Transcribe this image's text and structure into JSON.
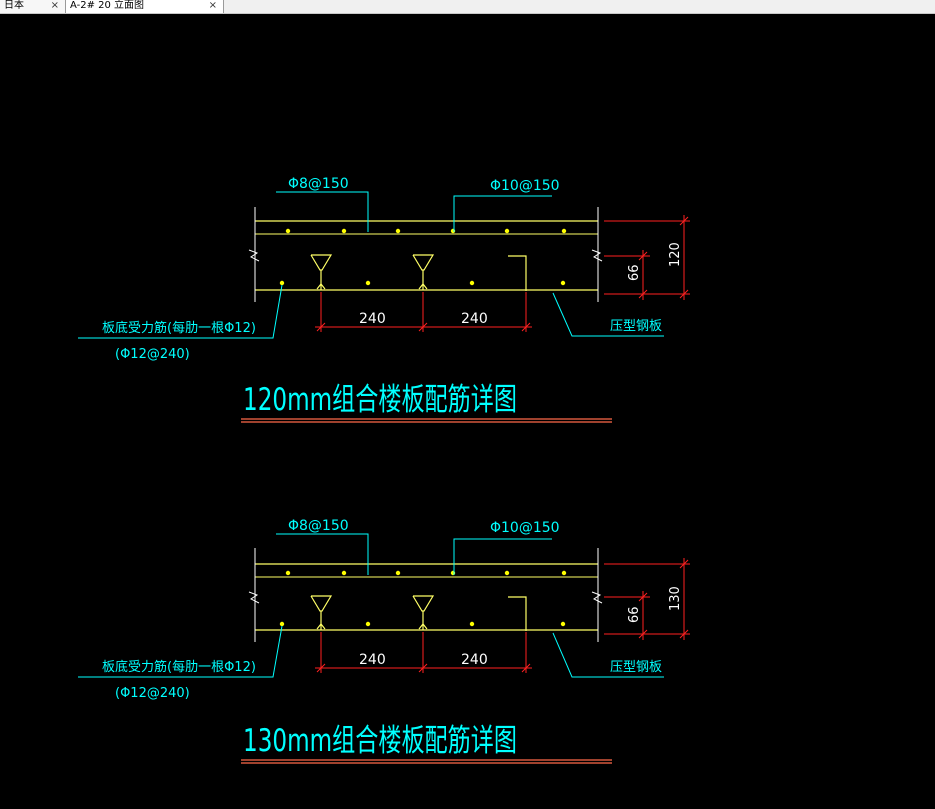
{
  "tabs": [
    {
      "label": "日本",
      "active": false
    },
    {
      "label": "A-2# 20 立面图",
      "active": true
    }
  ],
  "close_glyph": "×",
  "colors": {
    "background": "#000000",
    "slab": "#ffff66",
    "rebar": "#ffff00",
    "leader": "#00ffff",
    "dimension": "#ff2020",
    "title": "#00ffff",
    "underline_outer": "#ff6a4a",
    "underline_inner": "#ffffff"
  },
  "details": [
    {
      "top_left_label": "Φ8@150",
      "top_right_label": "Φ10@150",
      "bottom_rib_label": "板底受力筋(每肋一根Φ12)",
      "bottom_rib_sub": "(Φ12@240)",
      "deck_label": "压型钢板",
      "rib_spacing_1": "240",
      "rib_spacing_2": "240",
      "rib_height": "66",
      "slab_thickness": "120",
      "title": "120mm组合楼板配筋详图"
    },
    {
      "top_left_label": "Φ8@150",
      "top_right_label": "Φ10@150",
      "bottom_rib_label": "板底受力筋(每肋一根Φ12)",
      "bottom_rib_sub": "(Φ12@240)",
      "deck_label": "压型钢板",
      "rib_spacing_1": "240",
      "rib_spacing_2": "240",
      "rib_height": "66",
      "slab_thickness": "130",
      "title": "130mm组合楼板配筋详图"
    }
  ]
}
